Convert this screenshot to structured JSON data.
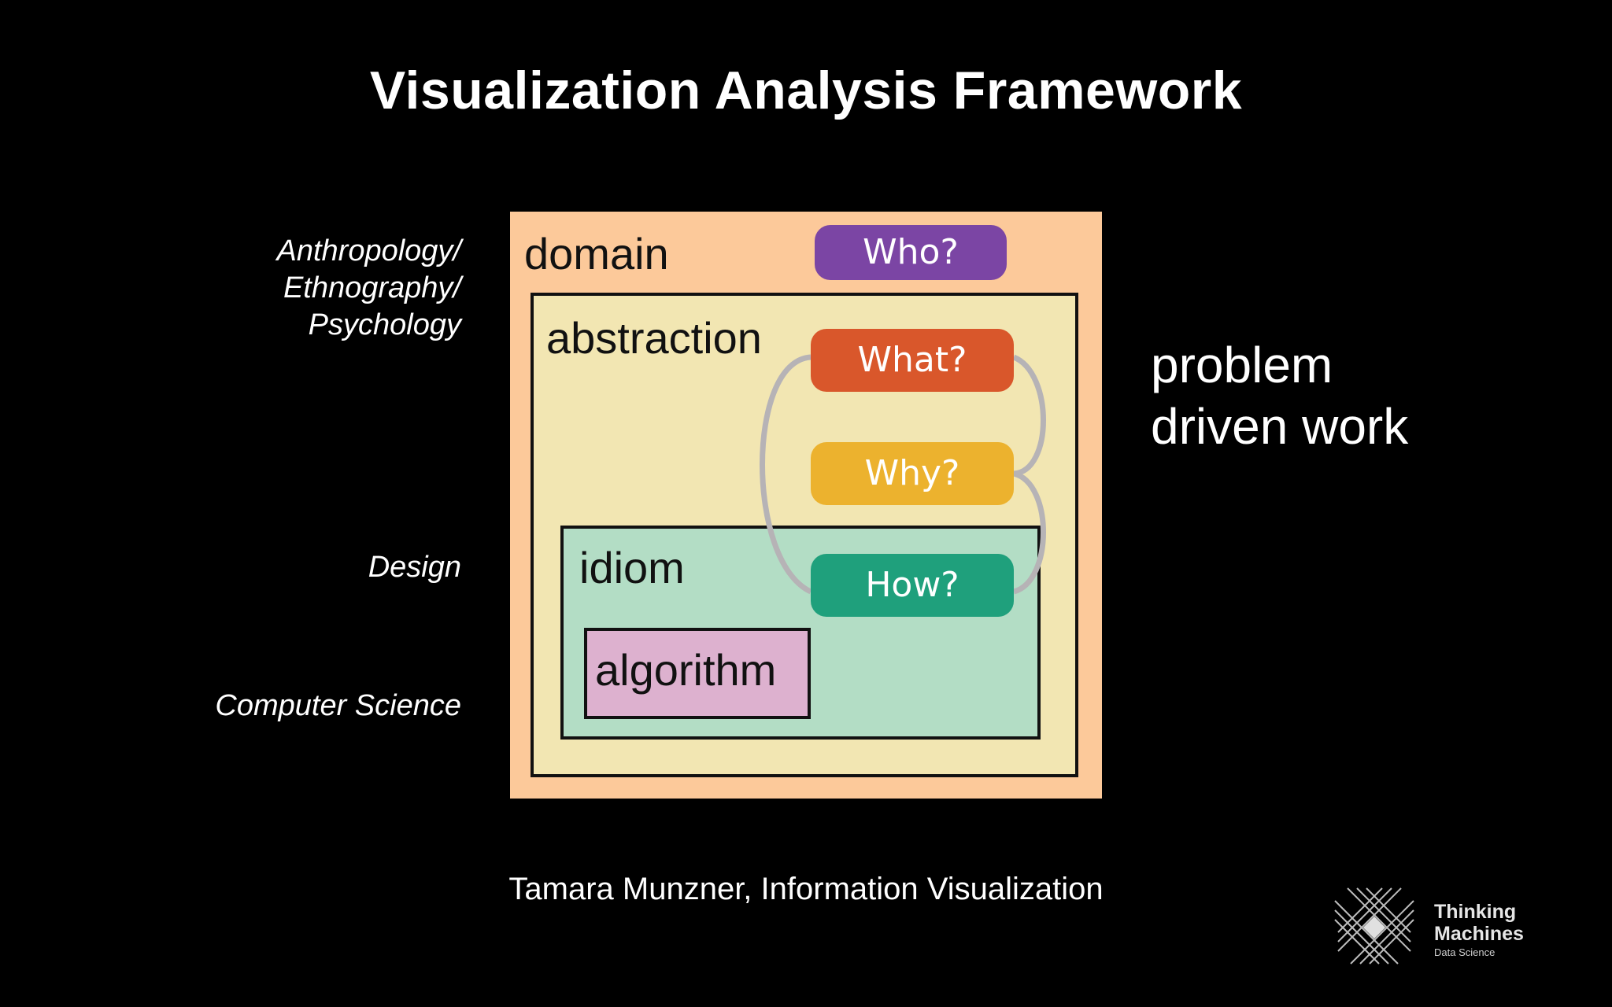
{
  "slide": {
    "title": "Visualization Analysis Framework",
    "citation": "Tamara Munzner, Information Visualization"
  },
  "disciplines": {
    "domain_line1": "Anthropology/",
    "domain_line2": "Ethnography/",
    "domain_line3": "Psychology",
    "idiom": "Design",
    "algorithm": "Computer Science"
  },
  "diagram": {
    "levels": {
      "domain": "domain",
      "abstraction": "abstraction",
      "idiom": "idiom",
      "algorithm": "algorithm"
    },
    "questions": {
      "who": "Who?",
      "what": "What?",
      "why": "Why?",
      "how": "How?"
    },
    "colors": {
      "domain_bg": "#fcc99a",
      "abstraction_bg": "#f2e6b2",
      "idiom_bg": "#b3ddc5",
      "algorithm_bg": "#ddb1cf",
      "who": "#7b45a4",
      "what": "#d9572b",
      "why": "#ecb22e",
      "how": "#1fa07c"
    }
  },
  "side_note": {
    "line1": "problem",
    "line2": "driven work"
  },
  "logo": {
    "line1": "Thinking",
    "line2": "Machines",
    "sub": "Data Science"
  }
}
